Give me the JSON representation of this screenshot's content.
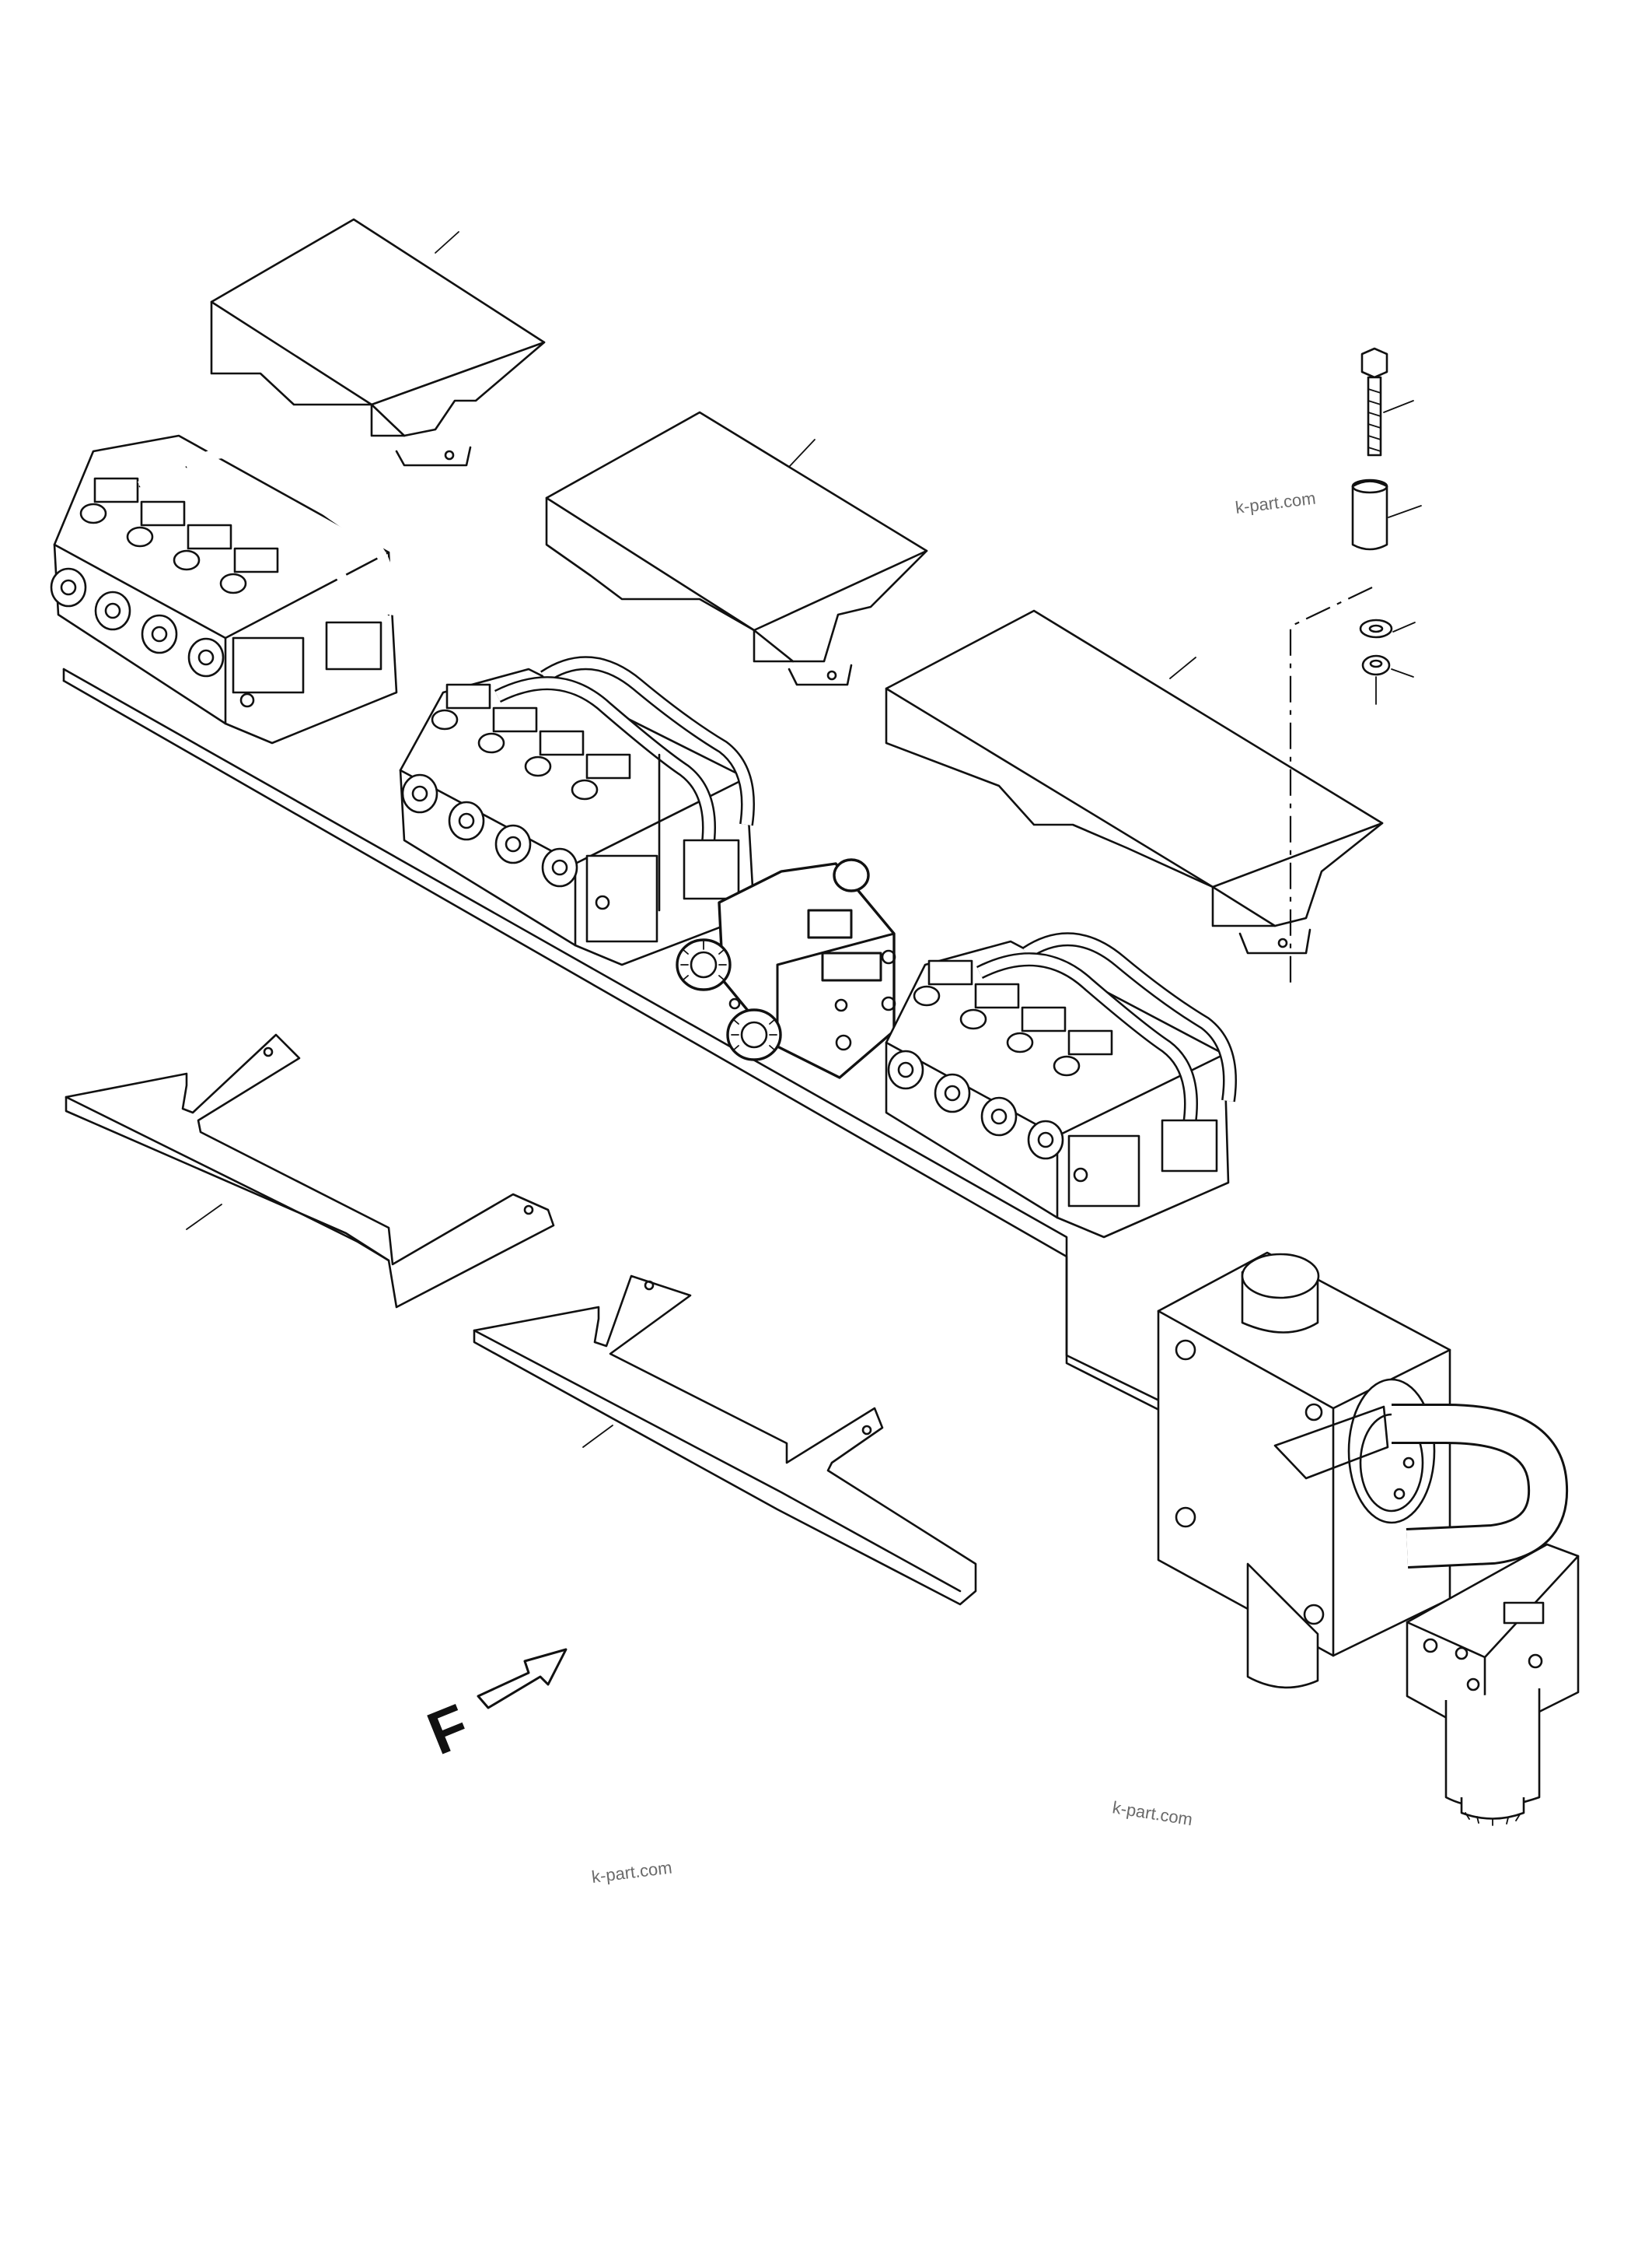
{
  "diagram": {
    "direction_marker": {
      "letter": "F",
      "icon": "front-direction-arrow-icon"
    },
    "watermarks": [
      "k-part.com",
      "k-part.com",
      "k-part.com"
    ]
  }
}
